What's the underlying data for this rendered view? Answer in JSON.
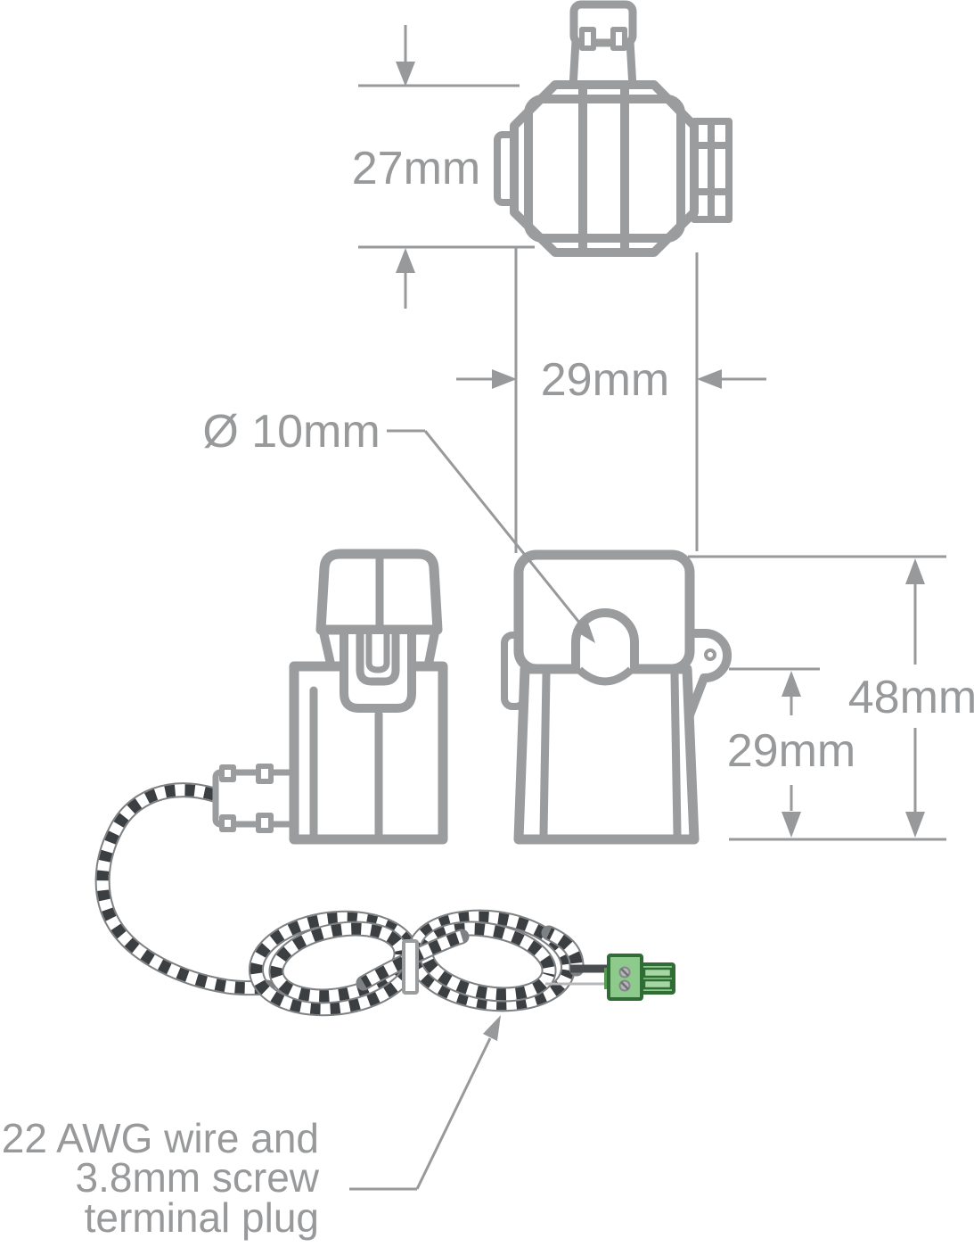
{
  "diagram": {
    "dimensions": {
      "top_view_height": "27mm",
      "opening_width": "29mm",
      "hole_diameter": "Ø 10mm",
      "total_height": "48mm",
      "lower_body_height": "29mm"
    },
    "annotation": {
      "line1": "22 AWG wire and",
      "line2": "3.8mm screw",
      "line3": "terminal plug"
    },
    "colors": {
      "line": "#9a9c9e",
      "dim": "#97999b",
      "text": "#97999b",
      "wire-dark": "#3c3f41",
      "rope-outline": "#7e8183",
      "green": "#8dca8b",
      "green-dark": "#2f6d34",
      "screw": "#b4b6b8",
      "bg": "#ffffff"
    }
  }
}
